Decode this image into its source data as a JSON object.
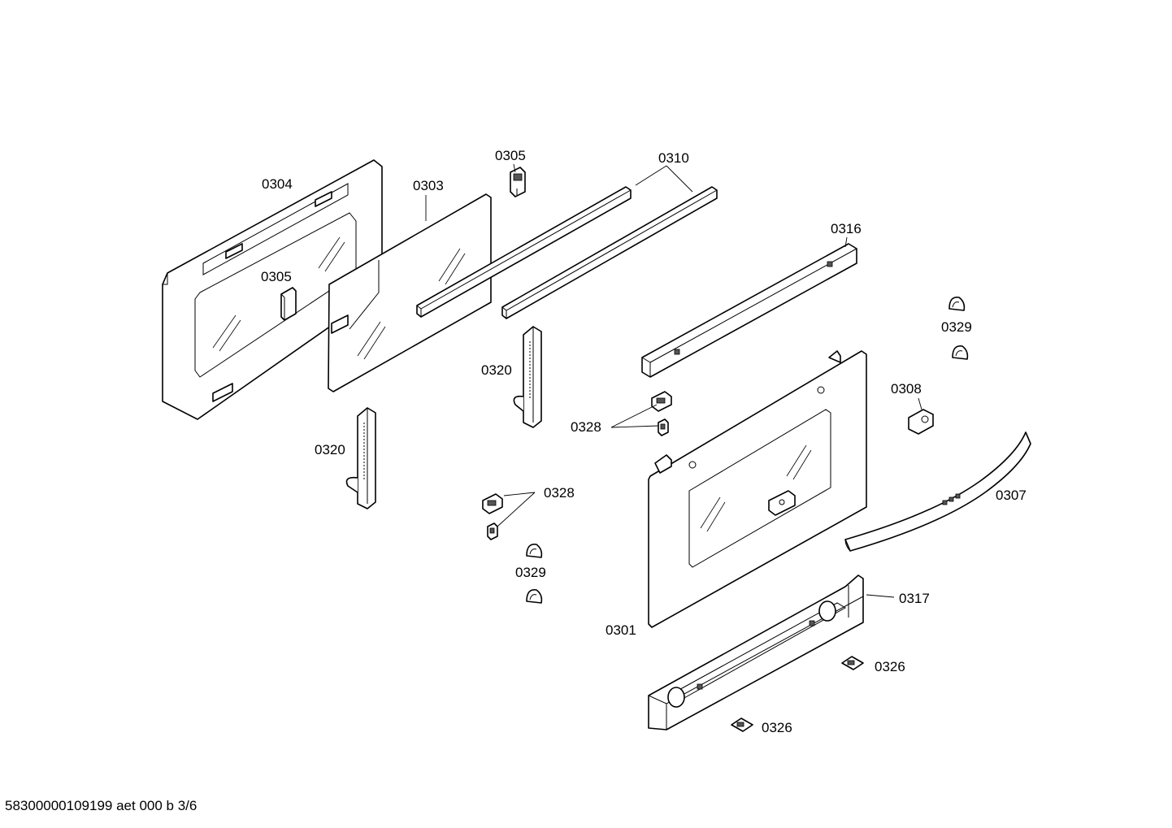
{
  "labels": {
    "p0304": "0304",
    "p0303": "0303",
    "p0305_top": "0305",
    "p0305_mid": "0305",
    "p0310": "0310",
    "p0316": "0316",
    "p0329_right": "0329",
    "p0320_mid": "0320",
    "p0320_left": "0320",
    "p0308": "0308",
    "p0328_upper": "0328",
    "p0328_lower": "0328",
    "p0307": "0307",
    "p0329_lower": "0329",
    "p0317": "0317",
    "p0301": "0301",
    "p0326_right": "0326",
    "p0326_lower": "0326"
  },
  "footer": "58300000109199 aet 000 b 3/6"
}
